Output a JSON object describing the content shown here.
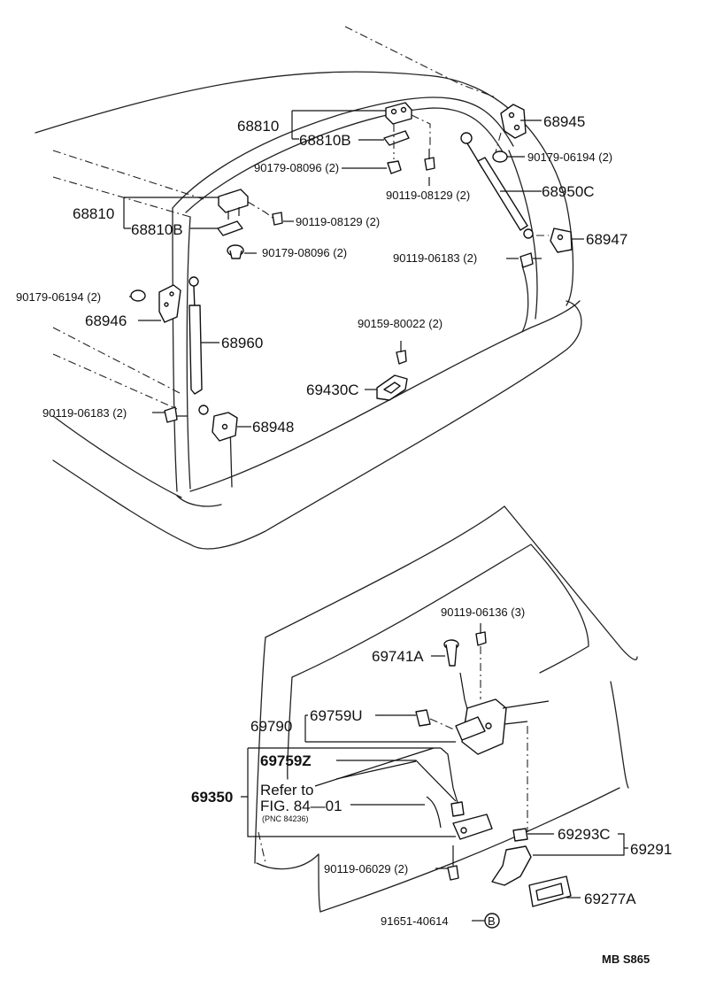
{
  "labels": {
    "p68810_top": "68810",
    "p68810B_top": "68810B",
    "p68945": "68945",
    "p90179_06194_right": "90179-06194 (2)",
    "p90179_08096_top": "90179-08096 (2)",
    "p90119_08129_top": "90119-08129 (2)",
    "p68950C": "68950C",
    "p68810_left": "68810",
    "p68810B_left": "68810B",
    "p90119_08129_mid": "90119-08129 (2)",
    "p90179_08096_mid": "90179-08096 (2)",
    "p68947": "68947",
    "p90119_06183_right": "90119-06183 (2)",
    "p90179_06194_left": "90179-06194 (2)",
    "p68946": "68946",
    "p68960": "68960",
    "p90159_80022": "90159-80022 (2)",
    "p69430C": "69430C",
    "p90119_06183_left": "90119-06183 (2)",
    "p68948": "68948",
    "p90119_06136": "90119-06136 (3)",
    "p69741A": "69741A",
    "p69790": "69790",
    "p69759U": "69759U",
    "p69759Z": "69759Z",
    "p69350": "69350",
    "refer_to": "Refer to",
    "fig_ref": "FIG. 84—01",
    "pnc_ref": "(PNC 84236)",
    "p69293C": "69293C",
    "p69291": "69291",
    "p90119_06029": "90119-06029 (2)",
    "p69277A": "69277A",
    "p91651_40614": "91651-40614",
    "circled_b": "B",
    "drawing_code": "MB  S865"
  }
}
